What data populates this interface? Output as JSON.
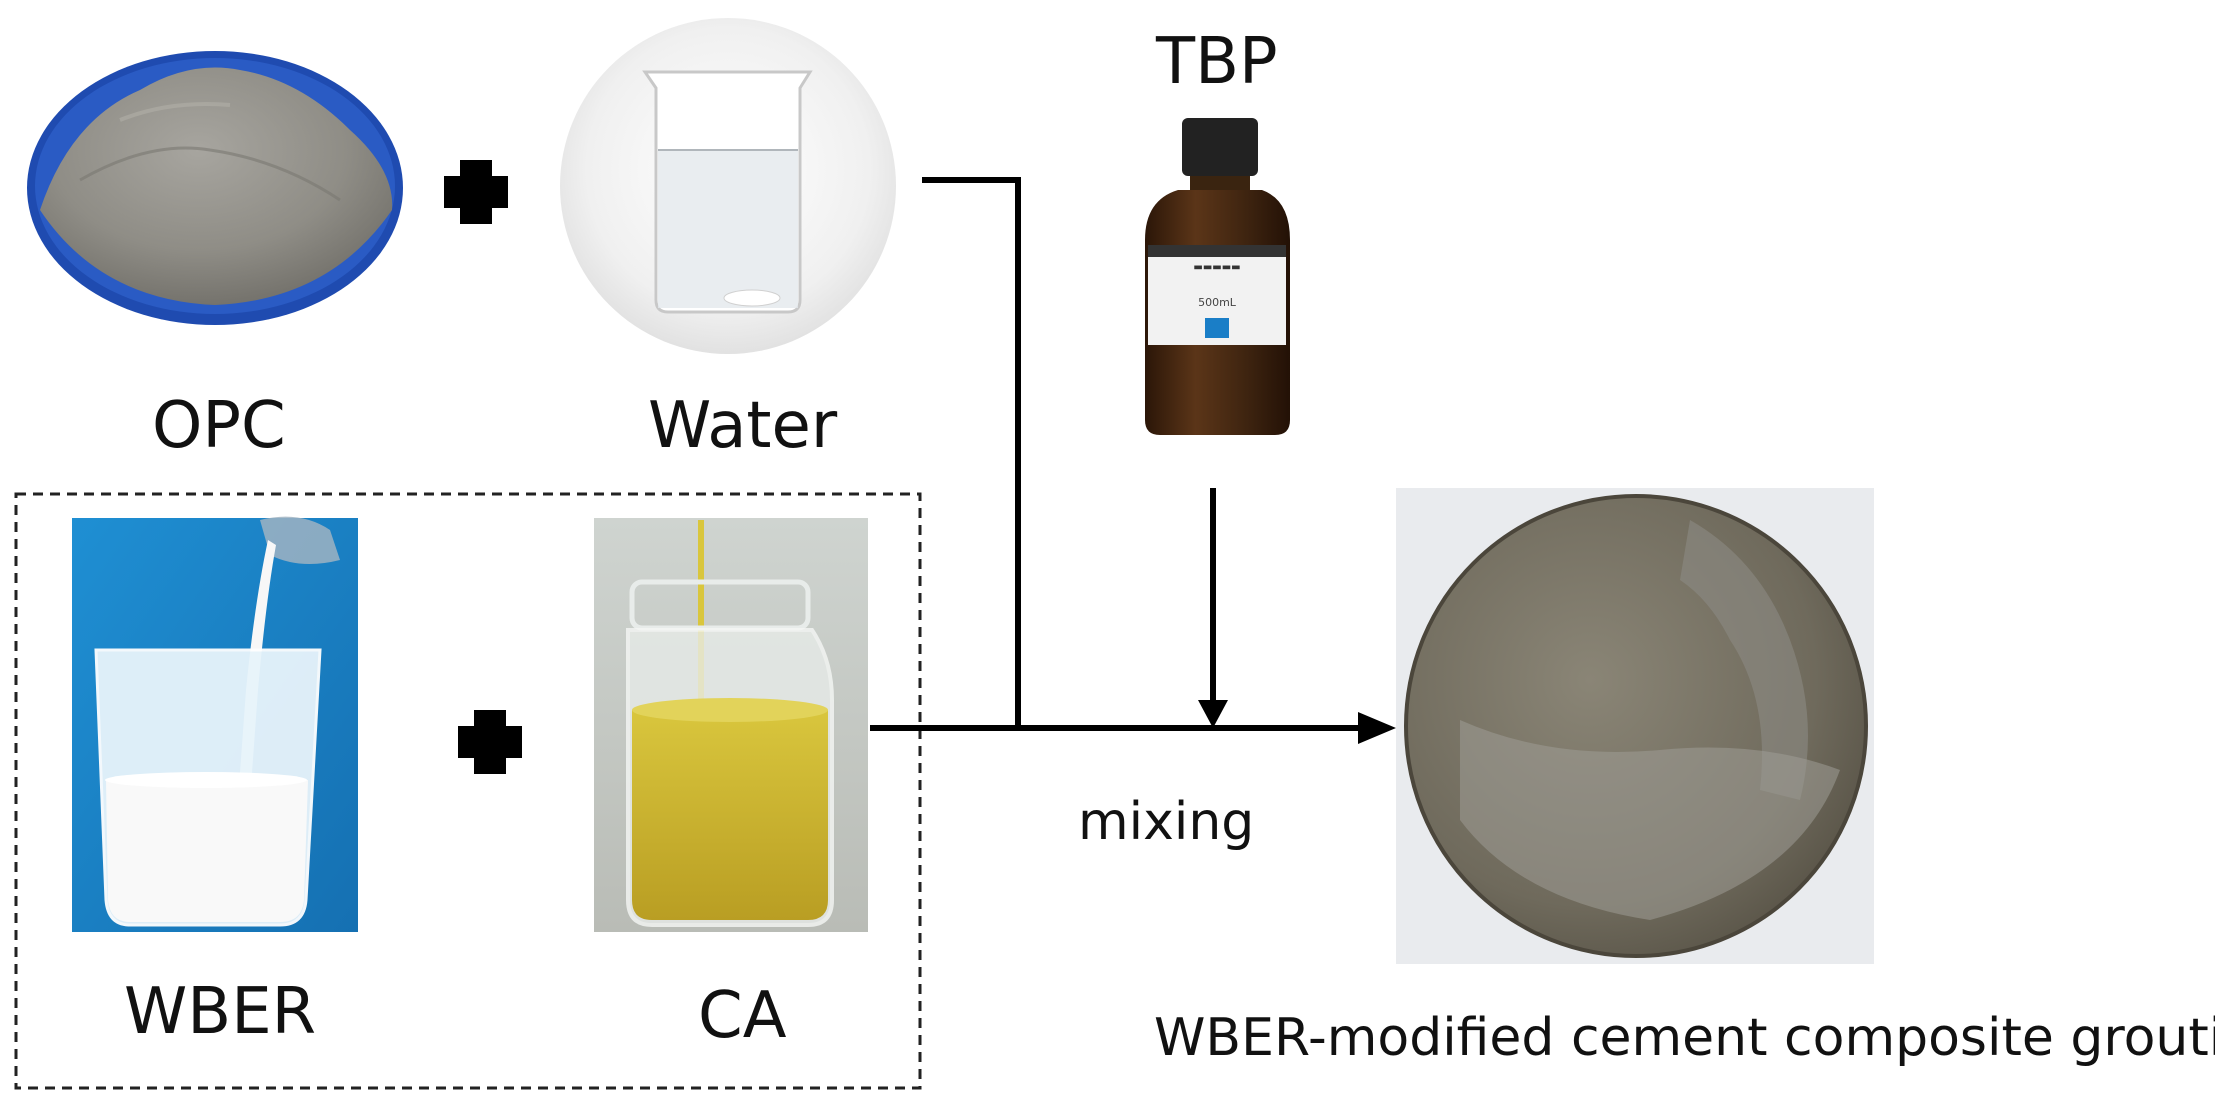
{
  "labels": {
    "opc": "OPC",
    "water": "Water",
    "tbp": "TBP",
    "wber": "WBER",
    "ca": "CA",
    "mixing": "mixing",
    "result": "WBER-modified cement composite grouting"
  },
  "bottle_label": {
    "volume": "500mL"
  },
  "colors": {
    "line": "#000000",
    "cement": "#8d8b84",
    "bowl": "#1f4bb0",
    "blue_bg": "#1d86c6",
    "resin": "#f5f5f5",
    "ca_liquid": "#c9b62c",
    "bottle": "#4a2a12",
    "grout": "#6f6a5c"
  }
}
